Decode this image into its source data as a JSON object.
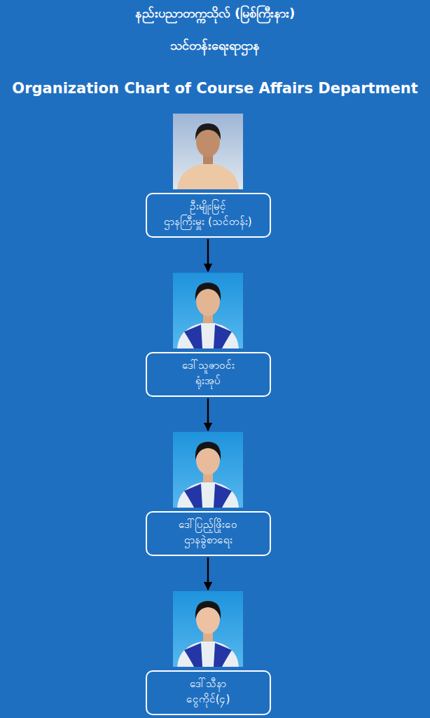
{
  "diagram": {
    "title": "နည်းပညာတက္ကသိုလ် (မြစ်ကြီးနား)",
    "nodes": [
      {
        "text": [
          "ဦးမျိုးမြင့်",
          "ဌာနကြီးမှူး (သင်တန်း)"
        ]
      },
      {
        "text": [
          "ဒေါ်သူဇာဝင်း",
          "ရုံးအုပ်"
        ]
      },
      {
        "text": [
          "ဒေါ်ပြည့်ဖြိုးဝေ",
          "ဌာနခွဲစာရေး"
        ]
      },
      {
        "text": [
          "ဒေါ်သီနာ",
          "ငွေကိုင်(၄)"
        ]
      }
    ],
    "edges": [
      {
        "from": 0,
        "to": 1,
        "arrow": "to"
      },
      {
        "from": 1,
        "to": 2,
        "arrow": "to"
      },
      {
        "from": 2,
        "to": 3,
        "arrow": "to"
      }
    ],
    "labels": [
      "သင်တန်းရေးရာဌာန",
      "Organization Chart of Course Affairs Department"
    ]
  }
}
